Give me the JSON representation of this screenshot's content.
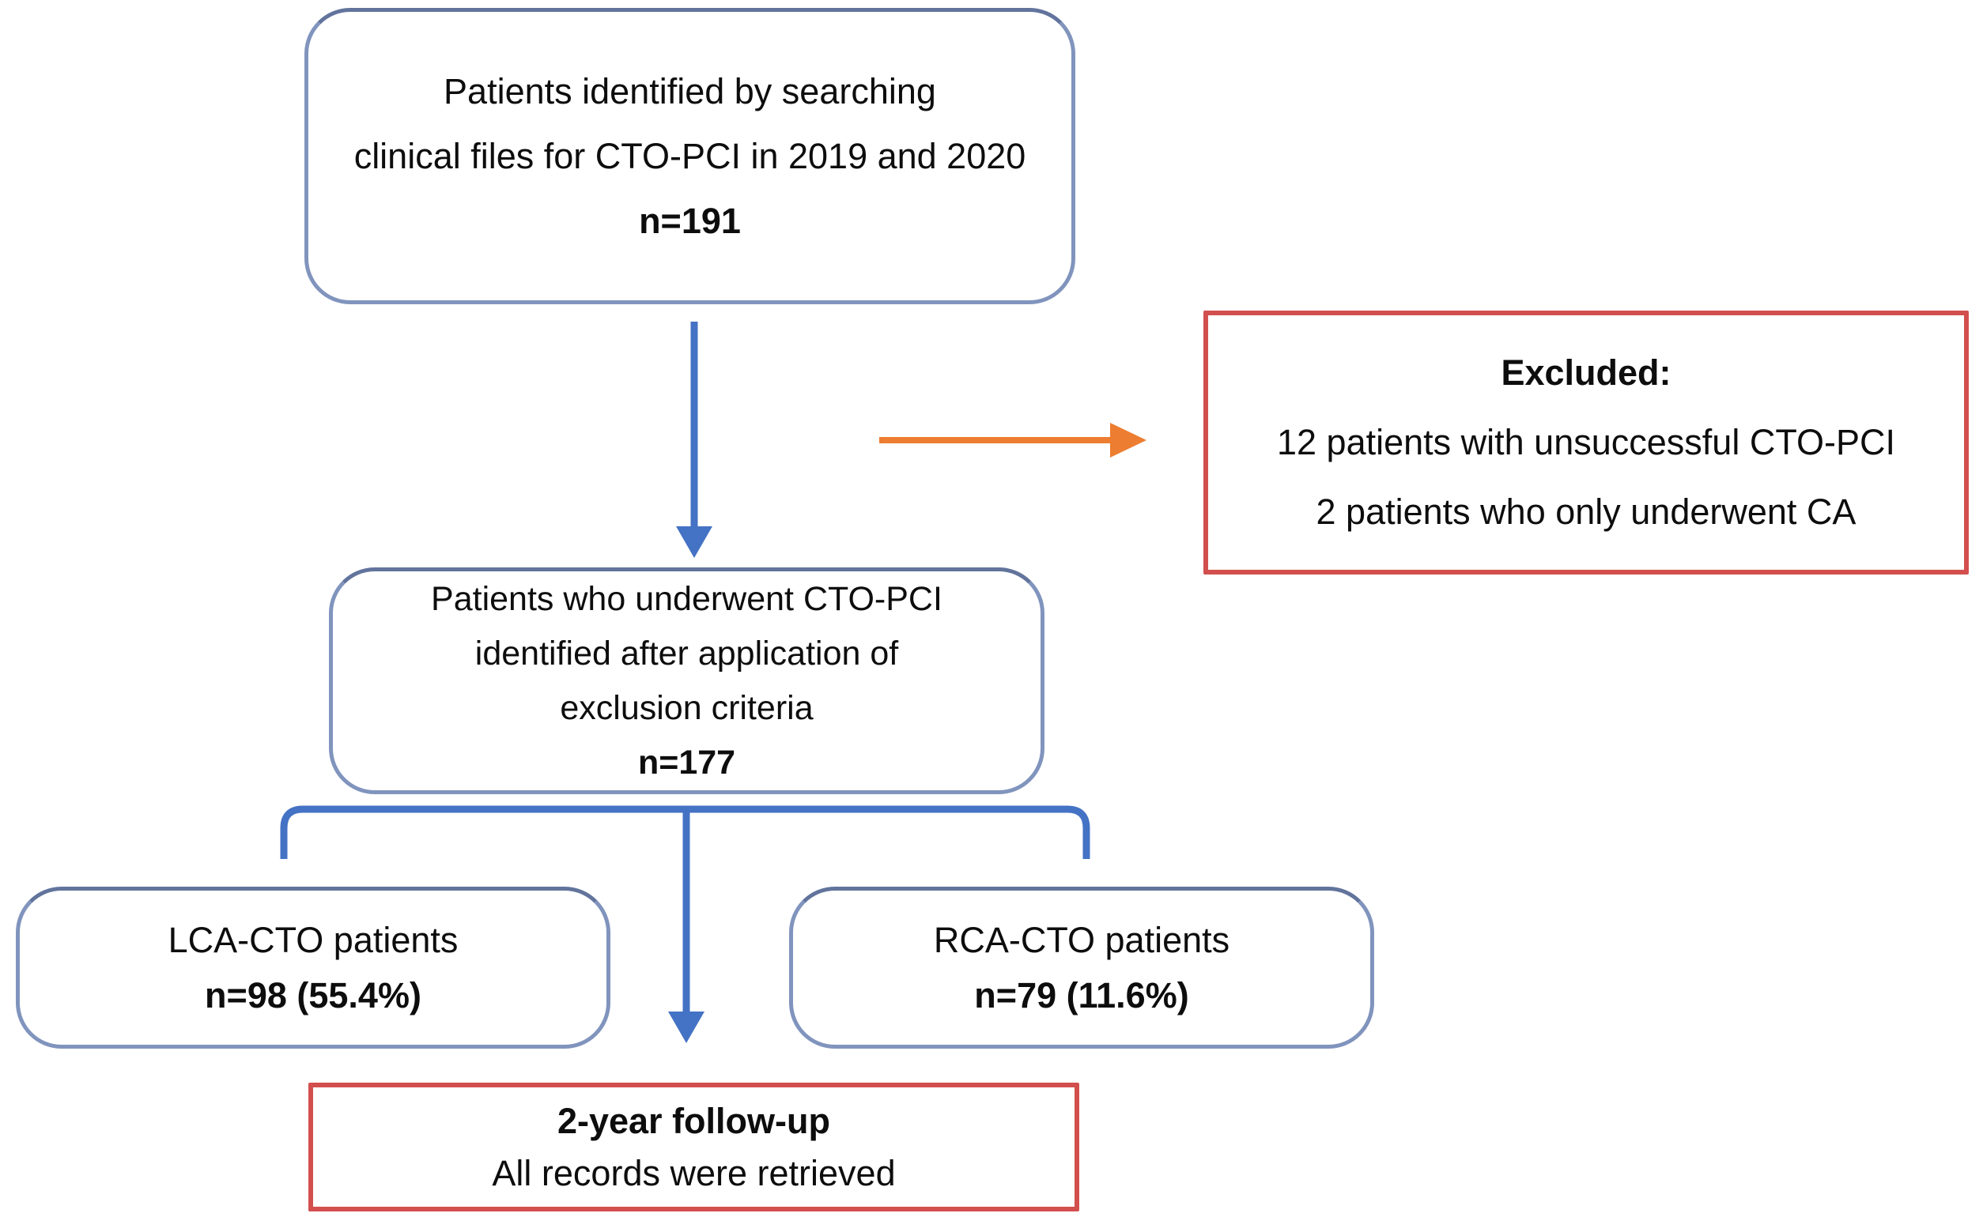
{
  "flowchart": {
    "top_box": {
      "line1": "Patients identified by searching",
      "line2": "clinical files for CTO-PCI in 2019 and 2020",
      "count": "n=191"
    },
    "excluded_box": {
      "title": "Excluded:",
      "line1": "12 patients with unsuccessful CTO-PCI",
      "line2": "2 patients who only underwent CA"
    },
    "middle_box": {
      "line1": "Patients who underwent CTO-PCI",
      "line2": "identified after application of",
      "line3": "exclusion criteria",
      "count": "n=177"
    },
    "lca_box": {
      "label": "LCA-CTO patients",
      "count": "n=98 (55.4%)"
    },
    "rca_box": {
      "label": "RCA-CTO patients",
      "count": "n=79 (11.6%)"
    },
    "followup_box": {
      "title": "2-year follow-up",
      "subtitle": "All records were retrieved"
    },
    "colors": {
      "box_border_blue": "#8094bd",
      "box_border_blue_dark": "#62749c",
      "connector_blue": "#4472c4",
      "arrow_orange": "#ed7d31",
      "box_border_red": "#d24f4d"
    }
  }
}
